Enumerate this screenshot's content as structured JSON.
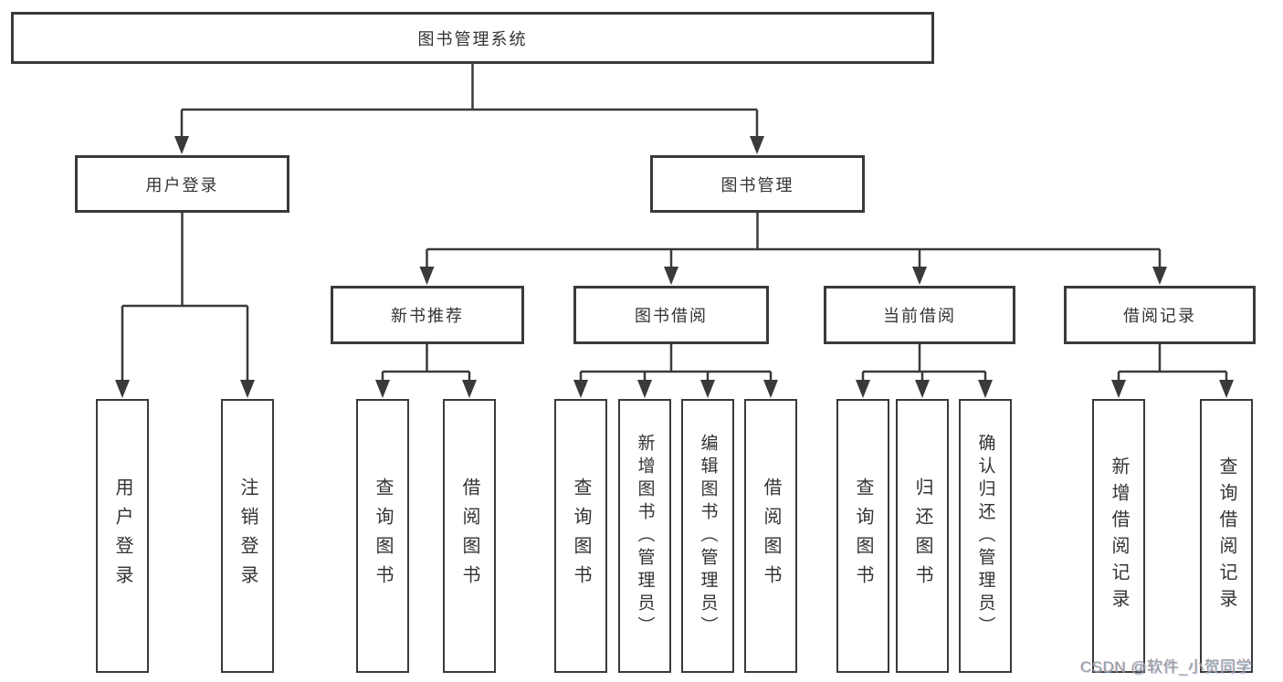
{
  "diagram": {
    "root": "图书管理系统",
    "level2": {
      "user_login": "用户登录",
      "book_mgmt": "图书管理"
    },
    "level3": [
      "新书推荐",
      "图书借阅",
      "当前借阅",
      "借阅记录"
    ],
    "login_children": [
      "用户登录",
      "注销登录"
    ],
    "recommend_children": [
      "查询图书",
      "借阅图书"
    ],
    "borrow_children": [
      "查询图书",
      "新增图书（管理员）",
      "编辑图书（管理员）",
      "借阅图书"
    ],
    "current_children": [
      "查询图书",
      "归还图书",
      "确认归还（管理员）"
    ],
    "record_children": [
      "新增借阅记录",
      "查询借阅记录"
    ]
  },
  "watermark": "CSDN @软件_小贺同学",
  "colors": {
    "line": "#3a3a3a",
    "box_border": "#3a3a3a",
    "text": "#333333",
    "watermark": "#9b9b9b",
    "background": "#ffffff"
  }
}
